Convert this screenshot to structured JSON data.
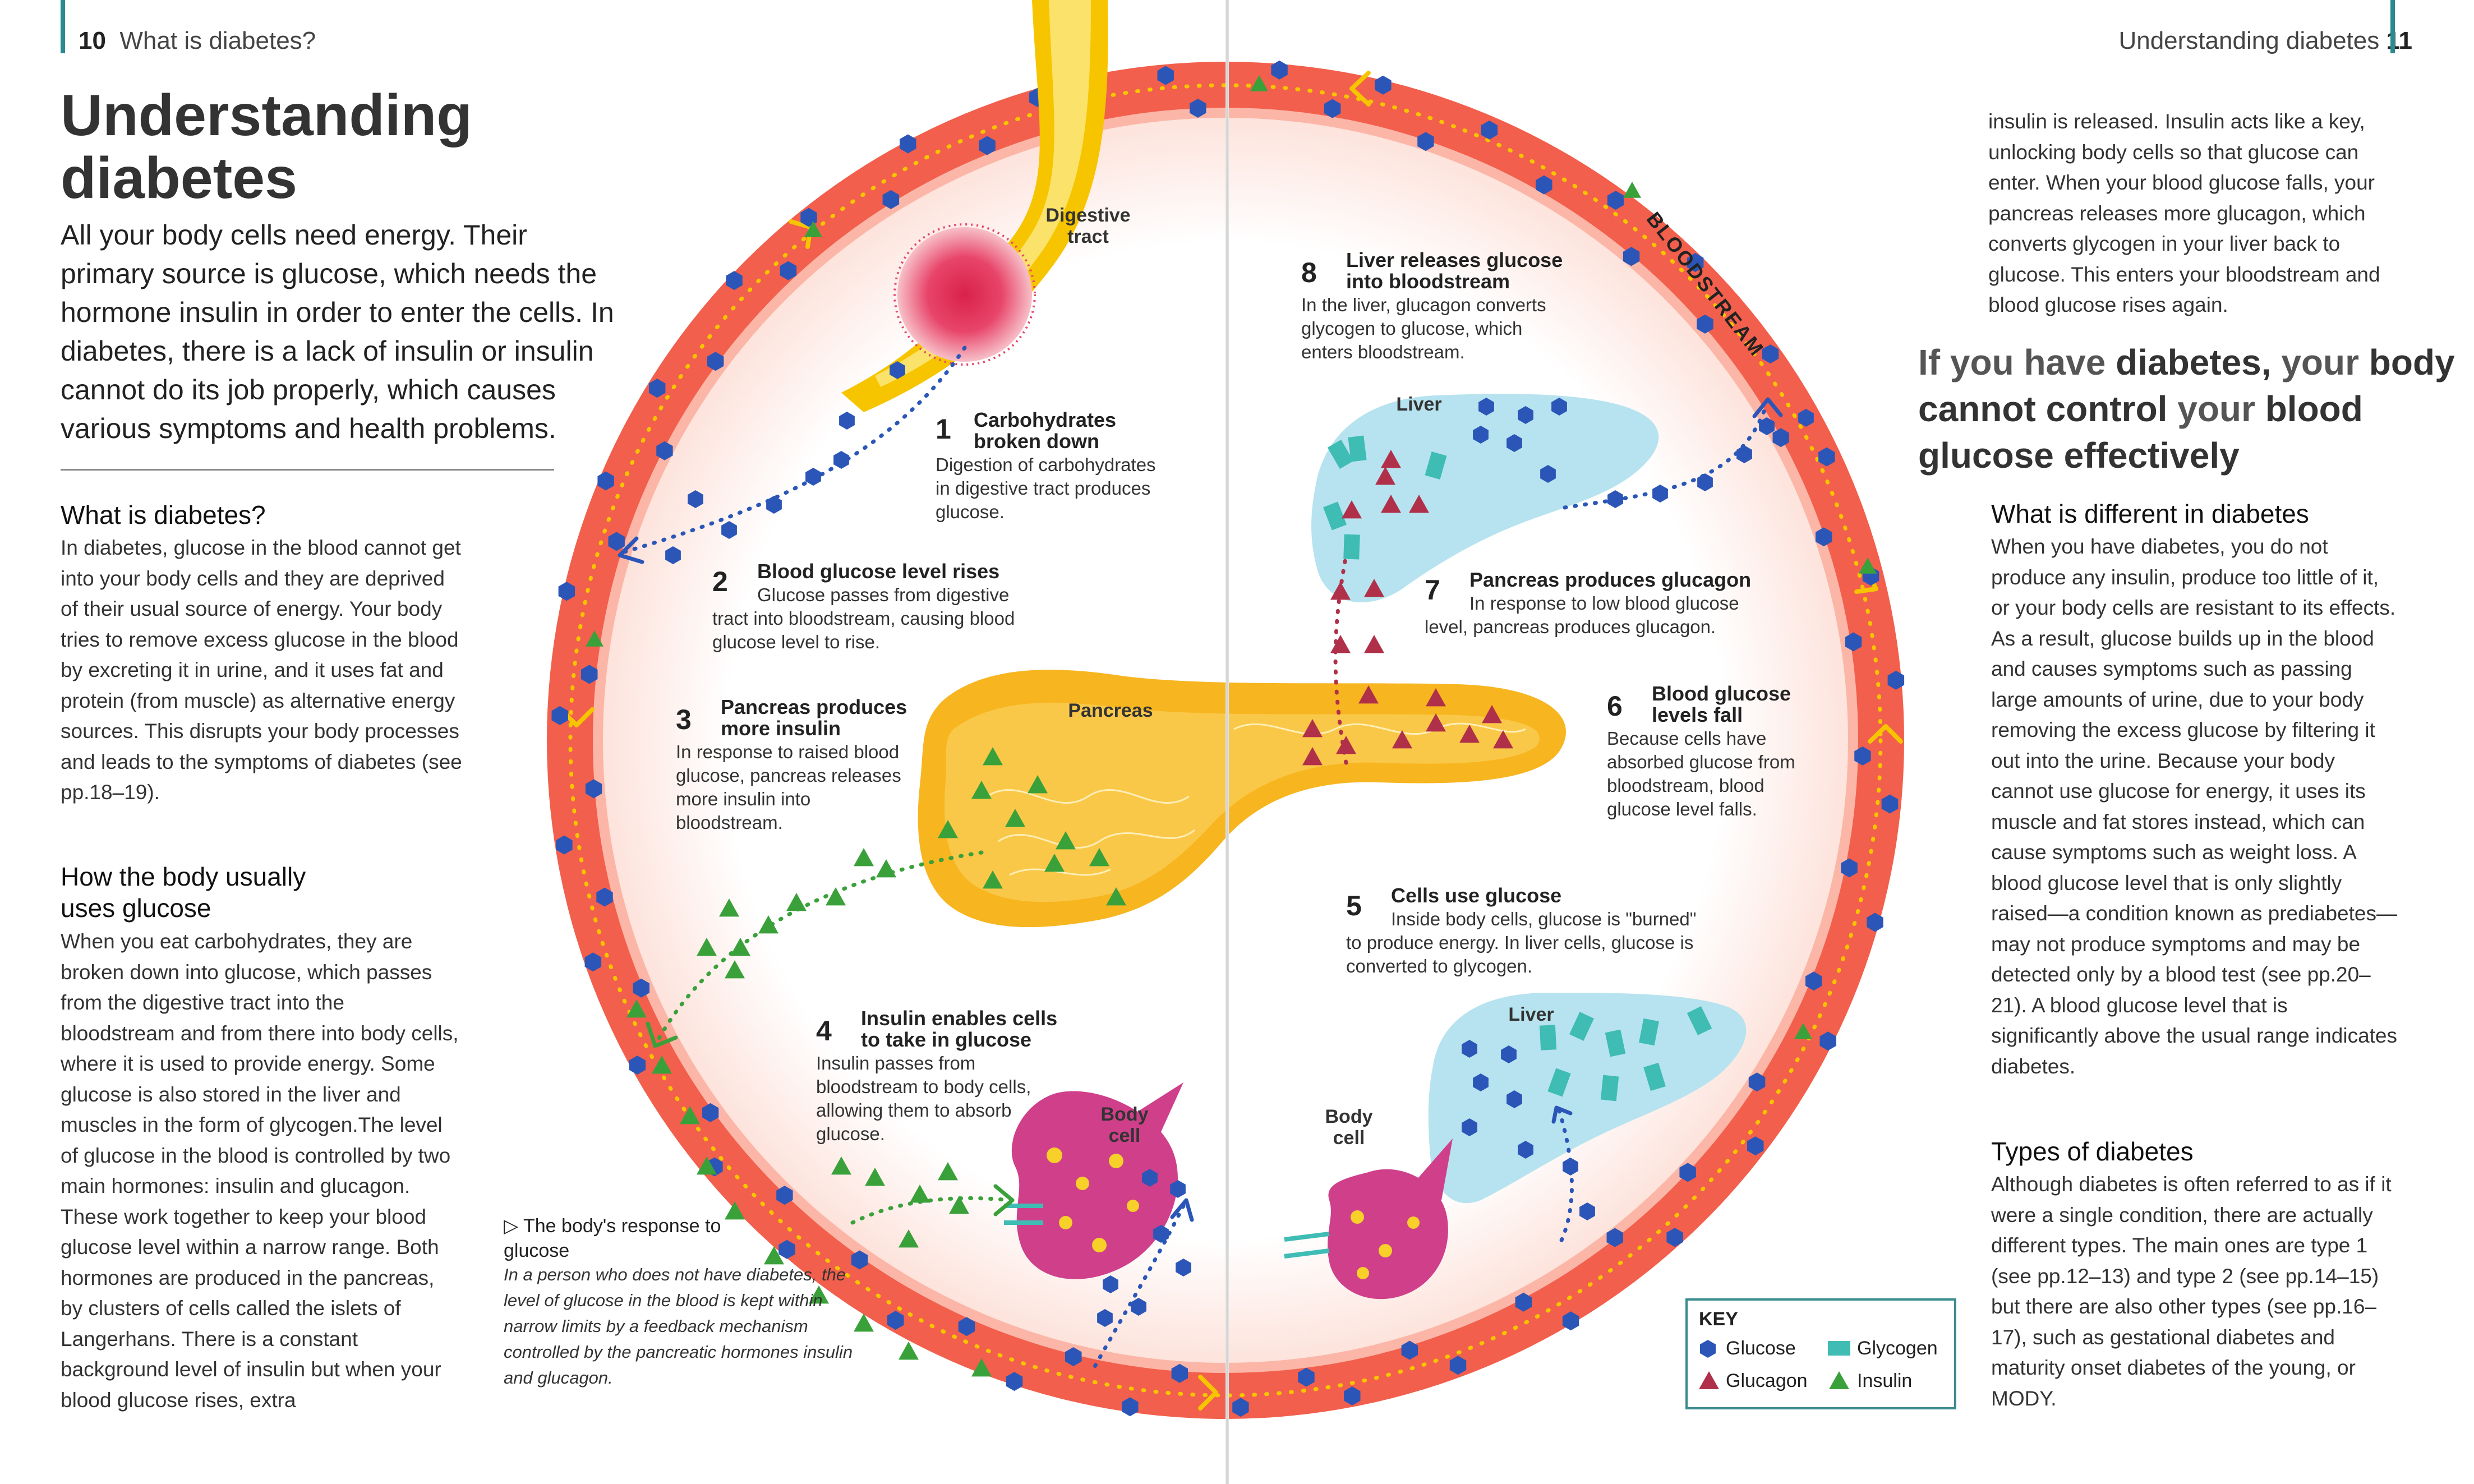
{
  "left_page": {
    "page_number": "10",
    "running_head": "What is diabetes?",
    "title_line1": "Understanding",
    "title_line2": "diabetes",
    "intro": "All your body cells need energy. Their primary source is glucose, which needs the hormone insulin in order to enter the cells. In diabetes, there is a lack of insulin or insulin cannot do its job properly, which causes various symptoms and health problems.",
    "section1_heading": "What is diabetes?",
    "section1_body": "In diabetes, glucose in the blood cannot get into your body cells and they are deprived of their usual source of energy. Your body tries to remove excess glucose in the blood by excreting it in urine, and it uses fat and protein (from muscle) as alternative energy sources. This disrupts your body processes and leads to the symptoms of diabetes (see pp.18–19).",
    "section2_heading_line1": "How the body usually",
    "section2_heading_line2": "uses glucose",
    "section2_body": "When you eat carbohydrates, they are broken down into glucose, which passes from the digestive tract into the bloodstream and from there into body cells, where it is used to provide energy. Some glucose is also stored in the liver and muscles in the form of glycogen.The level of glucose in the blood is controlled by two main hormones: insulin and glucagon. These work together to keep your blood glucose level within a narrow range. Both hormones are produced in the pancreas, by clusters of cells called the islets of Langerhans. There is a constant background level of insulin but when your blood glucose rises, extra",
    "caption_marker": "▷",
    "caption_title": "The body's response to glucose",
    "caption_body": "In a person who does not have diabetes, the level of glucose in the blood is kept within narrow limits by a feedback mechanism controlled by the pancreatic hormones insulin and glucagon."
  },
  "right_page": {
    "running_head": "Understanding diabetes",
    "page_number": "11",
    "continued_body": "insulin is released. Insulin acts like a key, unlocking body cells so that glucose can enter. When your blood glucose falls, your pancreas releases more glucagon, which converts glycogen in your liver back to glucose. This enters your bloodstream and blood glucose rises again.",
    "pullquote_part1": "If you have ",
    "pullquote_part2": "diabetes,",
    "pullquote_part3": " your ",
    "pullquote_part4": "body cannot control",
    "pullquote_part5": " your ",
    "pullquote_part6": "blood glucose effectively",
    "section3_heading": "What is different in diabetes",
    "section3_body": "When you have diabetes, you do not produce any insulin, produce too little of it, or your body cells are resistant to its effects. As a result, glucose builds up in the blood and causes symptoms such as passing large amounts of urine, due to your body removing the excess glucose by filtering it out into the urine. Because your body cannot use glucose for energy, it uses its muscle and fat stores instead, which can cause symptoms such as weight loss. A blood glucose level that is only slightly raised—a condition known as prediabetes—may not produce symptoms and may be detected only by a blood test (see pp.20–21). A blood glucose level that is significantly above the usual range indicates diabetes.",
    "section4_heading": "Types of diabetes",
    "section4_body": "Although diabetes is often referred to as if it were a single condition, there are actually different types. The main ones are type 1 (see pp.12–13) and type 2 (see pp.14–15) but there are also other types (see pp.16–17), such as gestational diabetes and maturity onset diabetes of the young, or MODY."
  },
  "diagram": {
    "bloodstream_label": "BLOODSTREAM",
    "labels": {
      "digestive_tract": [
        "Digestive",
        "tract"
      ],
      "pancreas": "Pancreas",
      "liver_top": "Liver",
      "liver_bottom": "Liver",
      "body_cell_left": [
        "Body",
        "cell"
      ],
      "body_cell_right": [
        "Body",
        "cell"
      ]
    },
    "steps": [
      {
        "n": "1",
        "head": "Carbohydrates broken down",
        "desc": "Digestion of carbohydrates in digestive tract produces glucose."
      },
      {
        "n": "2",
        "head": "Blood glucose level rises",
        "desc": "Glucose passes from digestive tract into bloodstream, causing blood glucose level to rise."
      },
      {
        "n": "3",
        "head": "Pancreas produces more insulin",
        "desc": "In response to raised blood glucose, pancreas releases more insulin into bloodstream."
      },
      {
        "n": "4",
        "head": "Insulin enables cells to take in glucose",
        "desc": "Insulin passes from bloodstream to body cells, allowing them to absorb glucose."
      },
      {
        "n": "5",
        "head": "Cells use glucose",
        "desc": "Inside body cells, glucose is \"burned\" to produce energy. In liver cells, glucose is converted to glycogen."
      },
      {
        "n": "6",
        "head": "Blood glucose levels fall",
        "desc": "Because cells have absorbed glucose from bloodstream, blood glucose level falls."
      },
      {
        "n": "7",
        "head": "Pancreas produces glucagon",
        "desc": "In response to low blood glucose level, pancreas produces glucagon."
      },
      {
        "n": "8",
        "head": "Liver releases glucose into bloodstream",
        "desc": "In the liver, glucagon converts glycogen to glucose, which enters bloodstream."
      }
    ],
    "key": {
      "title": "KEY",
      "glucose": "Glucose",
      "glycogen": "Glycogen",
      "glucagon": "Glucagon",
      "insulin": "Insulin"
    },
    "colors": {
      "ring": "#f25f4c",
      "ring_inner": "#fbd3cb",
      "glucose": "#2b56b8",
      "glucagon": "#b0304a",
      "insulin": "#3aa13a",
      "glycogen": "#3fbcb3",
      "pancreas": "#f7b520",
      "liver": "#b6e3ef",
      "digestive": "#f7d02a",
      "body_cell": "#cf3f8a",
      "path_dots": "#f7c500"
    }
  }
}
